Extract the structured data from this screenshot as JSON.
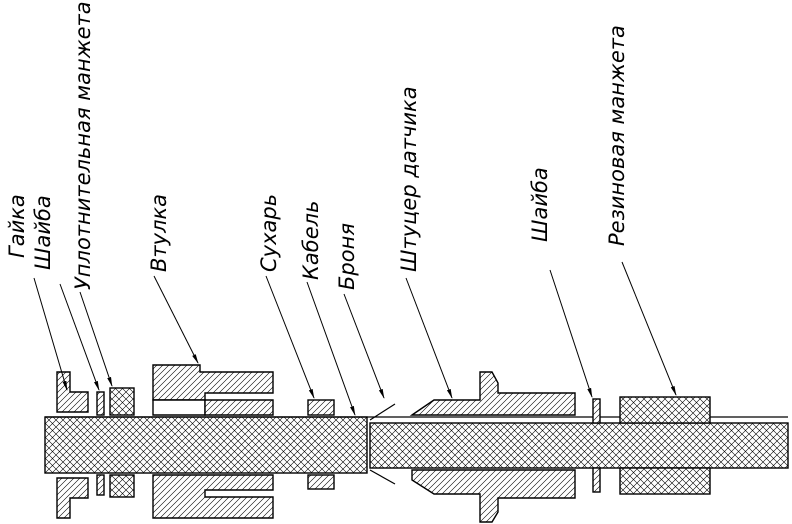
{
  "diagram": {
    "labels": {
      "gaika": "Гайка",
      "shaiba_left": "Шайба",
      "uplotnitelnaya_manzheta": "Уплотнительная манжета",
      "vtulka": "Втулка",
      "sukhar": "Сухарь",
      "kabel": "Кабель",
      "bronya": "Броня",
      "shtutser_datchika": "Штуцер датчика",
      "shaiba_right": "Шайба",
      "rezinovaya_manzheta": "Резиновая манжета"
    }
  }
}
